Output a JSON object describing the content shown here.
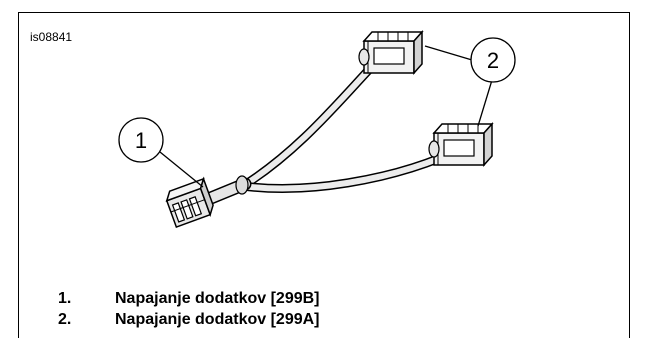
{
  "figure_id": "is08841",
  "callouts": [
    {
      "number": "1"
    },
    {
      "number": "2"
    }
  ],
  "legend": [
    {
      "number": "1.",
      "text": "Napajanje dodatkov [299B]"
    },
    {
      "number": "2.",
      "text": "Napajanje dodatkov [299A]"
    }
  ]
}
